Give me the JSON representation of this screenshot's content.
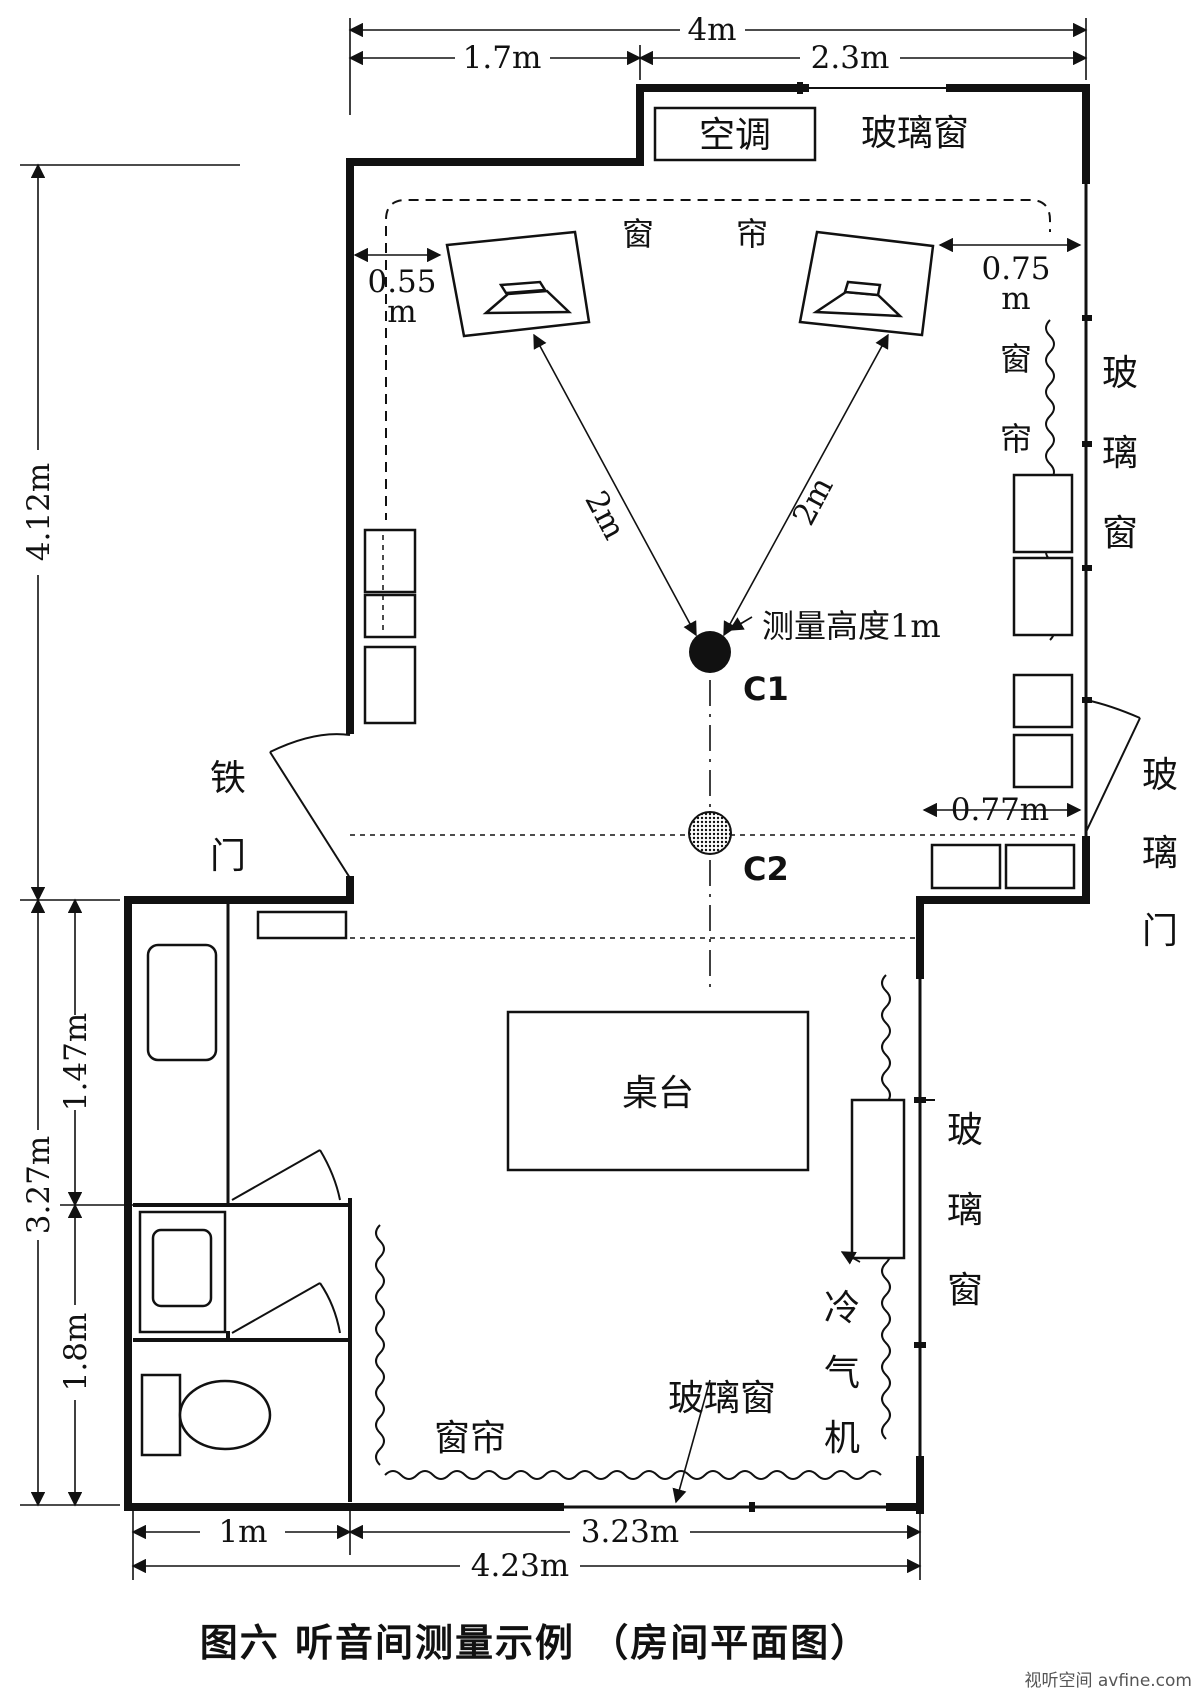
{
  "dimensions": {
    "total_width_top": "4m",
    "top_left_width": "1.7m",
    "top_right_width": "2.3m",
    "front_depth": "4.12m",
    "rear_depth": "3.27m",
    "bath_depth": "1.47m",
    "toilet_depth": "1.8m",
    "left_speaker_gap_value": "0.55",
    "left_speaker_gap_unit": "m",
    "right_speaker_gap_value": "0.75",
    "right_speaker_gap_unit": "m",
    "right_cabinet_width": "0.77m",
    "bottom_left_width": "1m",
    "bottom_right_width": "3.23m",
    "bottom_total_width": "4.23m",
    "speaker_distance_left": "2m",
    "speaker_distance_right": "2m"
  },
  "labels": {
    "aircon": "空调",
    "glass_window_top": "玻璃窗",
    "curtain_top_1": "窗",
    "curtain_top_2": "帘",
    "curtain_right_1": "窗",
    "curtain_right_2": "帘",
    "glass_window_right": [
      "玻",
      "璃",
      "窗"
    ],
    "measure_height": "测量高度1m",
    "point_c1": "C1",
    "point_c2": "C2",
    "iron_door": [
      "铁",
      "门"
    ],
    "glass_door": [
      "玻",
      "璃",
      "门"
    ],
    "desk": "桌台",
    "glass_window_lower_right": [
      "玻",
      "璃",
      "窗"
    ],
    "air_cooler": [
      "冷",
      "气",
      "机"
    ],
    "glass_window_bottom": "玻璃窗",
    "curtain_bottom": "窗帘"
  },
  "caption": "图六 听音间测量示例 （房间平面图）",
  "watermark": "视听空间 avfine.com"
}
